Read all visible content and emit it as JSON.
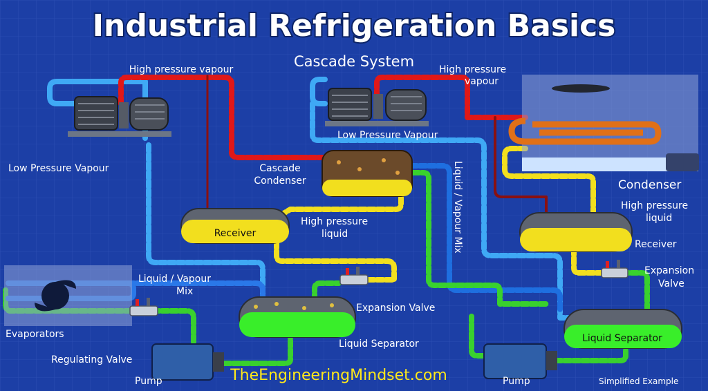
{
  "title": "Industrial Refrigeration Basics",
  "subtitle": "Cascade System",
  "website": "TheEngineeringMindset.com",
  "footnote": "Simplified Example",
  "labels": {
    "hp_vapour_left": "High pressure vapour",
    "hp_vapour_right_1": "High pressure",
    "hp_vapour_right_2": "vapour",
    "lp_vapour_left": "Low Pressure Vapour",
    "lp_vapour_mid": "Low Pressure Vapour",
    "cascade_condenser_1": "Cascade",
    "cascade_condenser_2": "Condenser",
    "receiver_left": "Receiver",
    "hp_liquid_mid_1": "High pressure",
    "hp_liquid_mid_2": "liquid",
    "liquid_vapour_mix_vertical": "Liquid / Vapour Mix",
    "liquid_vapour_left_1": "Liquid / Vapour",
    "liquid_vapour_left_2": "Mix",
    "expansion_valve_mid": "Expansion Valve",
    "liquid_separator_left": "Liquid Separator",
    "evaporators": "Evaporators",
    "regulating_valve": "Regulating Valve",
    "pump_left": "Pump",
    "pump_right": "Pump",
    "condenser": "Condenser",
    "hp_liquid_right_1": "High pressure",
    "hp_liquid_right_2": "liquid",
    "receiver_right": "Receiver",
    "expansion_valve_right_1": "Expansion",
    "expansion_valve_right_2": "Valve",
    "liquid_separator_right": "Liquid Separator"
  },
  "colors": {
    "background": "#1c3fa6",
    "high_pressure_vapour": "#e01818",
    "low_pressure_vapour": "#3fa9f5",
    "high_pressure_liquid": "#f2df1e",
    "liquid": "#39d12e",
    "dark_vapour_line": "#8a1010"
  }
}
